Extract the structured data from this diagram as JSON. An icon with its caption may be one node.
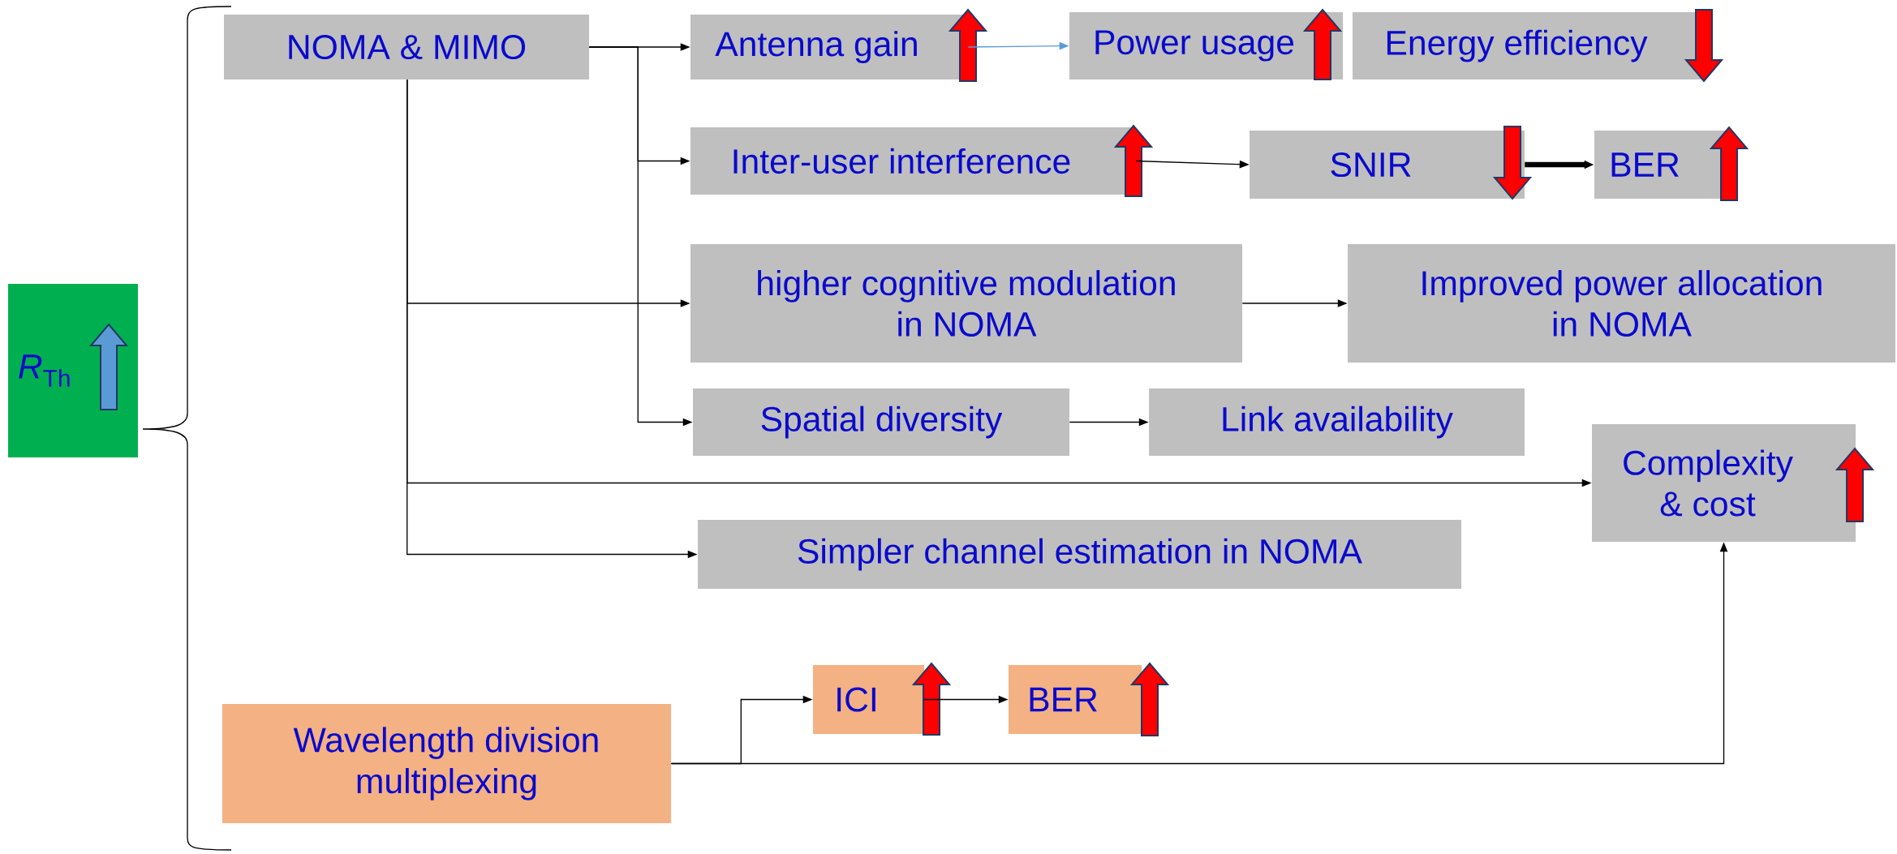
{
  "diagram": {
    "nodes": [
      {
        "text": [
          "*R*$_{Th}$"
        ]
      },
      {
        "text": [
          "NOMA & MIMO"
        ]
      },
      {
        "text": [
          "Antenna gain"
        ]
      },
      {
        "text": [
          "Power usage"
        ]
      },
      {
        "text": [
          "Energy efficiency"
        ]
      },
      {
        "text": [
          "Inter-user interference"
        ]
      },
      {
        "text": [
          "SNIR"
        ]
      },
      {
        "text": [
          "BER"
        ]
      },
      {
        "text": [
          "higher cognitive modulation in NOMA"
        ]
      },
      {
        "text": [
          "Improved power allocation in NOMA"
        ]
      },
      {
        "text": [
          "Spatial diversity"
        ]
      },
      {
        "text": [
          "Link availability"
        ]
      },
      {
        "text": [
          "Complexity & cost"
        ]
      },
      {
        "text": [
          "Simpler channel estimation in NOMA"
        ]
      },
      {
        "text": [
          "Wavelength division multiplexing"
        ]
      },
      {
        "text": [
          "ICI"
        ]
      },
      {
        "text": [
          "BER"
        ]
      }
    ],
    "edges": [
      {
        "from": 1,
        "to": 2,
        "arrow": "to"
      },
      {
        "from": 1,
        "to": 5,
        "arrow": "to"
      },
      {
        "from": 1,
        "to": 10,
        "arrow": "to"
      },
      {
        "from": 1,
        "to": 8,
        "arrow": "to"
      },
      {
        "from": 1,
        "to": 12,
        "arrow": "to"
      },
      {
        "from": 1,
        "to": 13,
        "arrow": "to"
      },
      {
        "from": 2,
        "to": 3,
        "arrow": "to",
        "color": "#5b9bd5"
      },
      {
        "from": 5,
        "to": 6,
        "arrow": "to"
      },
      {
        "from": 6,
        "to": 7,
        "arrow": "to",
        "style": "thick"
      },
      {
        "from": 8,
        "to": 9,
        "arrow": "to"
      },
      {
        "from": 10,
        "to": 11,
        "arrow": "to"
      },
      {
        "from": 14,
        "to": 15,
        "arrow": "to"
      },
      {
        "from": 15,
        "to": 16,
        "arrow": "to"
      },
      {
        "from": 14,
        "to": 12,
        "arrow": "to"
      }
    ]
  }
}
